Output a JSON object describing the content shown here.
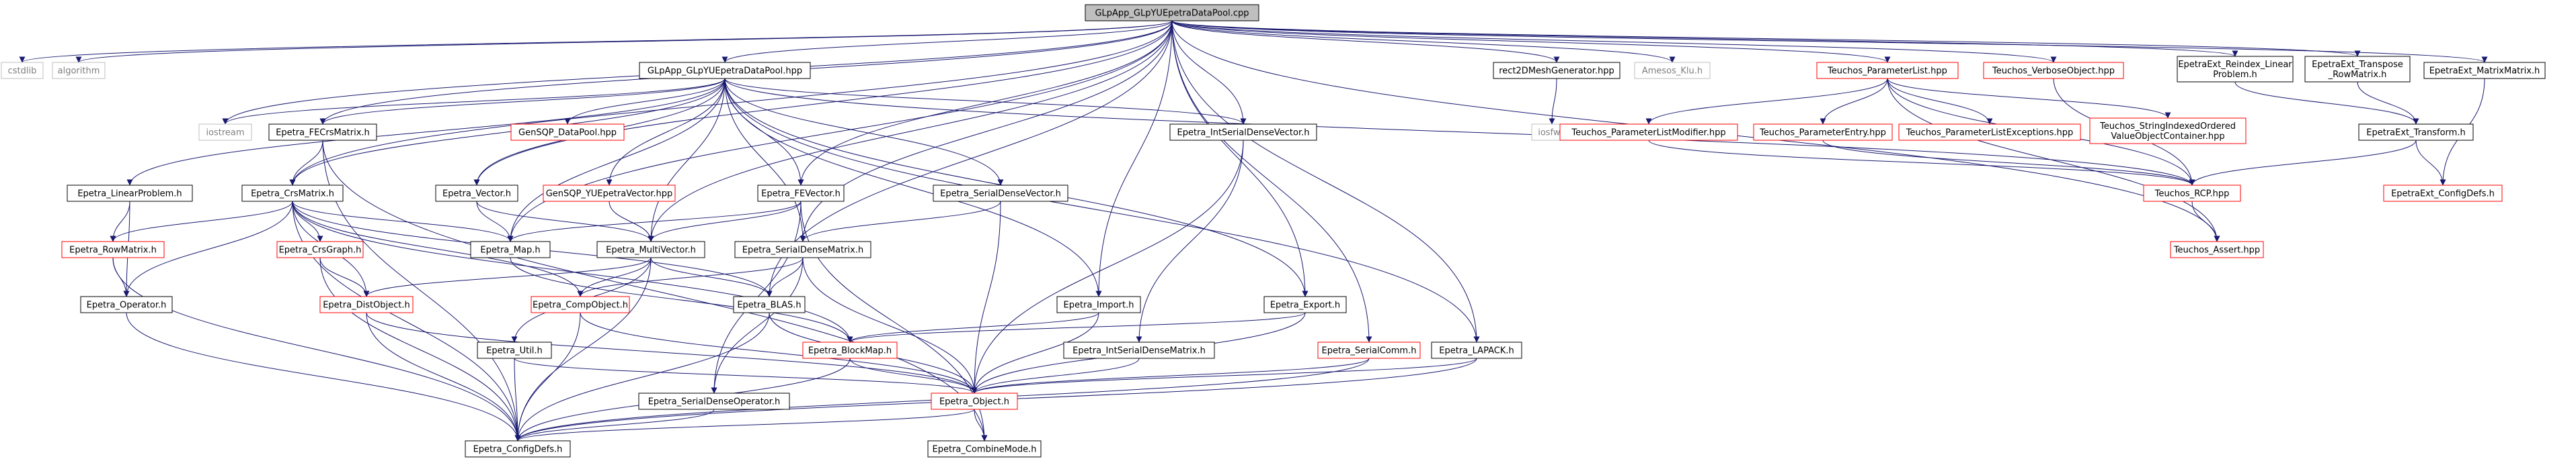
{
  "theme": {
    "edge_color": "#191970",
    "root_fill": "#bfbfbf",
    "normal_stroke": "#000000",
    "external_stroke": "#bfbfbf",
    "missing_stroke": "#ff0000",
    "external_text": "#7f7f7f"
  },
  "nodes": {
    "root": {
      "label": "GLpApp_GLpYUEpetraDataPool.cpp",
      "kind": "root"
    },
    "cstdlib": {
      "label": "cstdlib",
      "kind": "external"
    },
    "algorithm": {
      "label": "algorithm",
      "kind": "external"
    },
    "dp_hpp": {
      "label": "GLpApp_GLpYUEpetraDataPool.hpp",
      "kind": "normal"
    },
    "rect2d": {
      "label": "rect2DMeshGenerator.hpp",
      "kind": "normal"
    },
    "amesos": {
      "label": "Amesos_Klu.h",
      "kind": "external"
    },
    "t_plist": {
      "label": "Teuchos_ParameterList.hpp",
      "kind": "missing"
    },
    "t_verbose": {
      "label": "Teuchos_VerboseObject.hpp",
      "kind": "missing"
    },
    "ext_reindex": {
      "label": "EpetraExt_Reindex_Linear\nProblem.h",
      "kind": "normal"
    },
    "ext_transpose": {
      "label": "EpetraExt_Transpose\n_RowMatrix.h",
      "kind": "normal"
    },
    "ext_matrixmatrix": {
      "label": "EpetraExt_MatrixMatrix.h",
      "kind": "normal"
    },
    "iostream": {
      "label": "iostream",
      "kind": "external"
    },
    "fecrs": {
      "label": "Epetra_FECrsMatrix.h",
      "kind": "normal"
    },
    "gensqp_dp": {
      "label": "GenSQP_DataPool.hpp",
      "kind": "missing"
    },
    "int_sdv": {
      "label": "Epetra_IntSerialDenseVector.h",
      "kind": "normal"
    },
    "iosfwd": {
      "label": "iosfwd",
      "kind": "external"
    },
    "t_plm": {
      "label": "Teuchos_ParameterListModifier.hpp",
      "kind": "missing"
    },
    "t_pe": {
      "label": "Teuchos_ParameterEntry.hpp",
      "kind": "missing"
    },
    "t_ple": {
      "label": "Teuchos_ParameterListExceptions.hpp",
      "kind": "missing"
    },
    "t_sioc": {
      "label": "Teuchos_StringIndexedOrdered\nValueObjectContainer.hpp",
      "kind": "missing"
    },
    "ext_transform": {
      "label": "EpetraExt_Transform.h",
      "kind": "normal"
    },
    "linprob": {
      "label": "Epetra_LinearProblem.h",
      "kind": "normal"
    },
    "crs": {
      "label": "Epetra_CrsMatrix.h",
      "kind": "normal"
    },
    "vector": {
      "label": "Epetra_Vector.h",
      "kind": "normal"
    },
    "gensqp_yue": {
      "label": "GenSQP_YUEpetraVector.hpp",
      "kind": "missing"
    },
    "fevector": {
      "label": "Epetra_FEVector.h",
      "kind": "normal"
    },
    "sdv": {
      "label": "Epetra_SerialDenseVector.h",
      "kind": "normal"
    },
    "t_rcp": {
      "label": "Teuchos_RCP.hpp",
      "kind": "missing"
    },
    "ext_configdefs": {
      "label": "EpetraExt_ConfigDefs.h",
      "kind": "missing"
    },
    "rowmatrix": {
      "label": "Epetra_RowMatrix.h",
      "kind": "missing"
    },
    "crsgraph": {
      "label": "Epetra_CrsGraph.h",
      "kind": "missing"
    },
    "map": {
      "label": "Epetra_Map.h",
      "kind": "normal"
    },
    "multivector": {
      "label": "Epetra_MultiVector.h",
      "kind": "normal"
    },
    "sdm": {
      "label": "Epetra_SerialDenseMatrix.h",
      "kind": "normal"
    },
    "t_assert": {
      "label": "Teuchos_Assert.hpp",
      "kind": "missing"
    },
    "operator": {
      "label": "Epetra_Operator.h",
      "kind": "normal"
    },
    "distobject": {
      "label": "Epetra_DistObject.h",
      "kind": "missing"
    },
    "compobject": {
      "label": "Epetra_CompObject.h",
      "kind": "missing"
    },
    "blas": {
      "label": "Epetra_BLAS.h",
      "kind": "normal"
    },
    "import": {
      "label": "Epetra_Import.h",
      "kind": "normal"
    },
    "export": {
      "label": "Epetra_Export.h",
      "kind": "normal"
    },
    "util": {
      "label": "Epetra_Util.h",
      "kind": "normal"
    },
    "blockmap": {
      "label": "Epetra_BlockMap.h",
      "kind": "missing"
    },
    "int_sdm": {
      "label": "Epetra_IntSerialDenseMatrix.h",
      "kind": "normal"
    },
    "serialcomm": {
      "label": "Epetra_SerialComm.h",
      "kind": "missing"
    },
    "lapack": {
      "label": "Epetra_LAPACK.h",
      "kind": "normal"
    },
    "sdop": {
      "label": "Epetra_SerialDenseOperator.h",
      "kind": "normal"
    },
    "object": {
      "label": "Epetra_Object.h",
      "kind": "missing"
    },
    "configdefs": {
      "label": "Epetra_ConfigDefs.h",
      "kind": "normal"
    },
    "combinemode": {
      "label": "Epetra_CombineMode.h",
      "kind": "normal"
    }
  }
}
